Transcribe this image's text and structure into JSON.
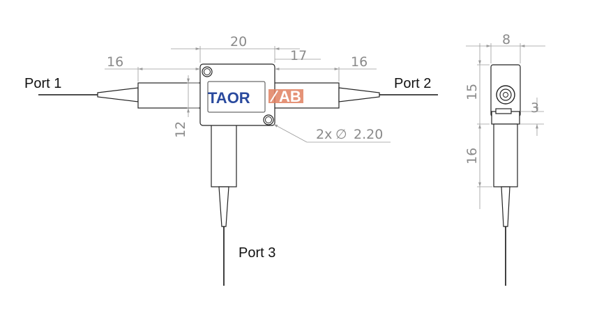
{
  "ports": {
    "port1": "Port 1",
    "port2": "Port 2",
    "port3": "Port 3"
  },
  "logo": {
    "text_left": "TAOR",
    "text_right": "AB",
    "color_left": "#2a4a9e",
    "color_right": "#e08060"
  },
  "dimensions": {
    "top_width": "20",
    "left_pigtail": "16",
    "right_offset": "17",
    "right_pigtail": "16",
    "body_height": "12",
    "hole_note": "2x",
    "hole_symbol": "∅",
    "hole_diameter": "2.20",
    "side_width": "8",
    "side_height": "15",
    "side_lower": "16",
    "side_step": "3"
  },
  "colors": {
    "line": "#222222",
    "dimension": "#9a9a9a",
    "dimension_text": "#8a8a8a"
  }
}
